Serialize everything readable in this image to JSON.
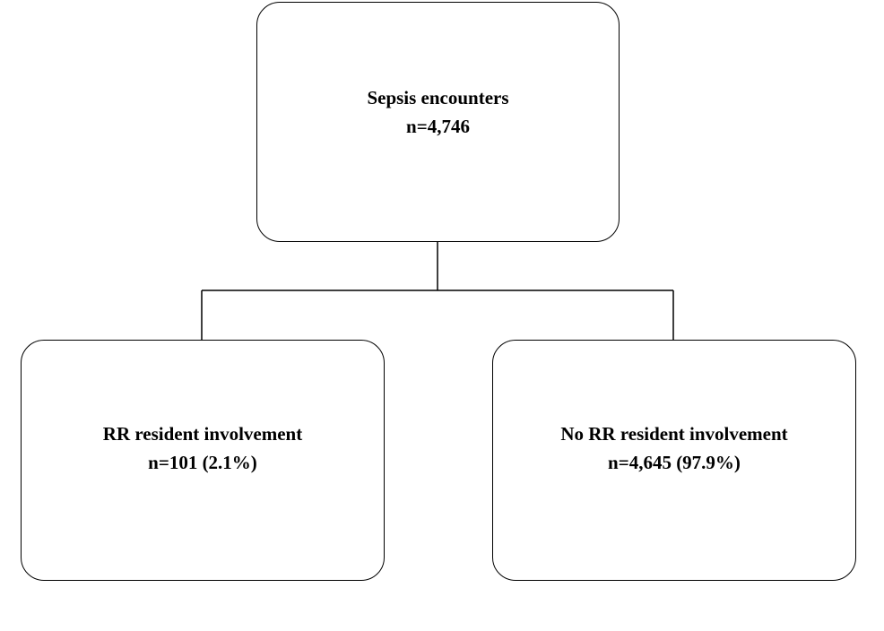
{
  "diagram": {
    "root": {
      "title": "Sepsis encounters",
      "count": "n=4,746"
    },
    "children": [
      {
        "title": "RR resident involvement",
        "count": "n=101 (2.1%)"
      },
      {
        "title": "No RR resident involvement",
        "count": "n=4,645 (97.9%)"
      }
    ],
    "colors": {
      "line": "#000000",
      "box_fill": "#ffffff",
      "text": "#000000"
    }
  }
}
